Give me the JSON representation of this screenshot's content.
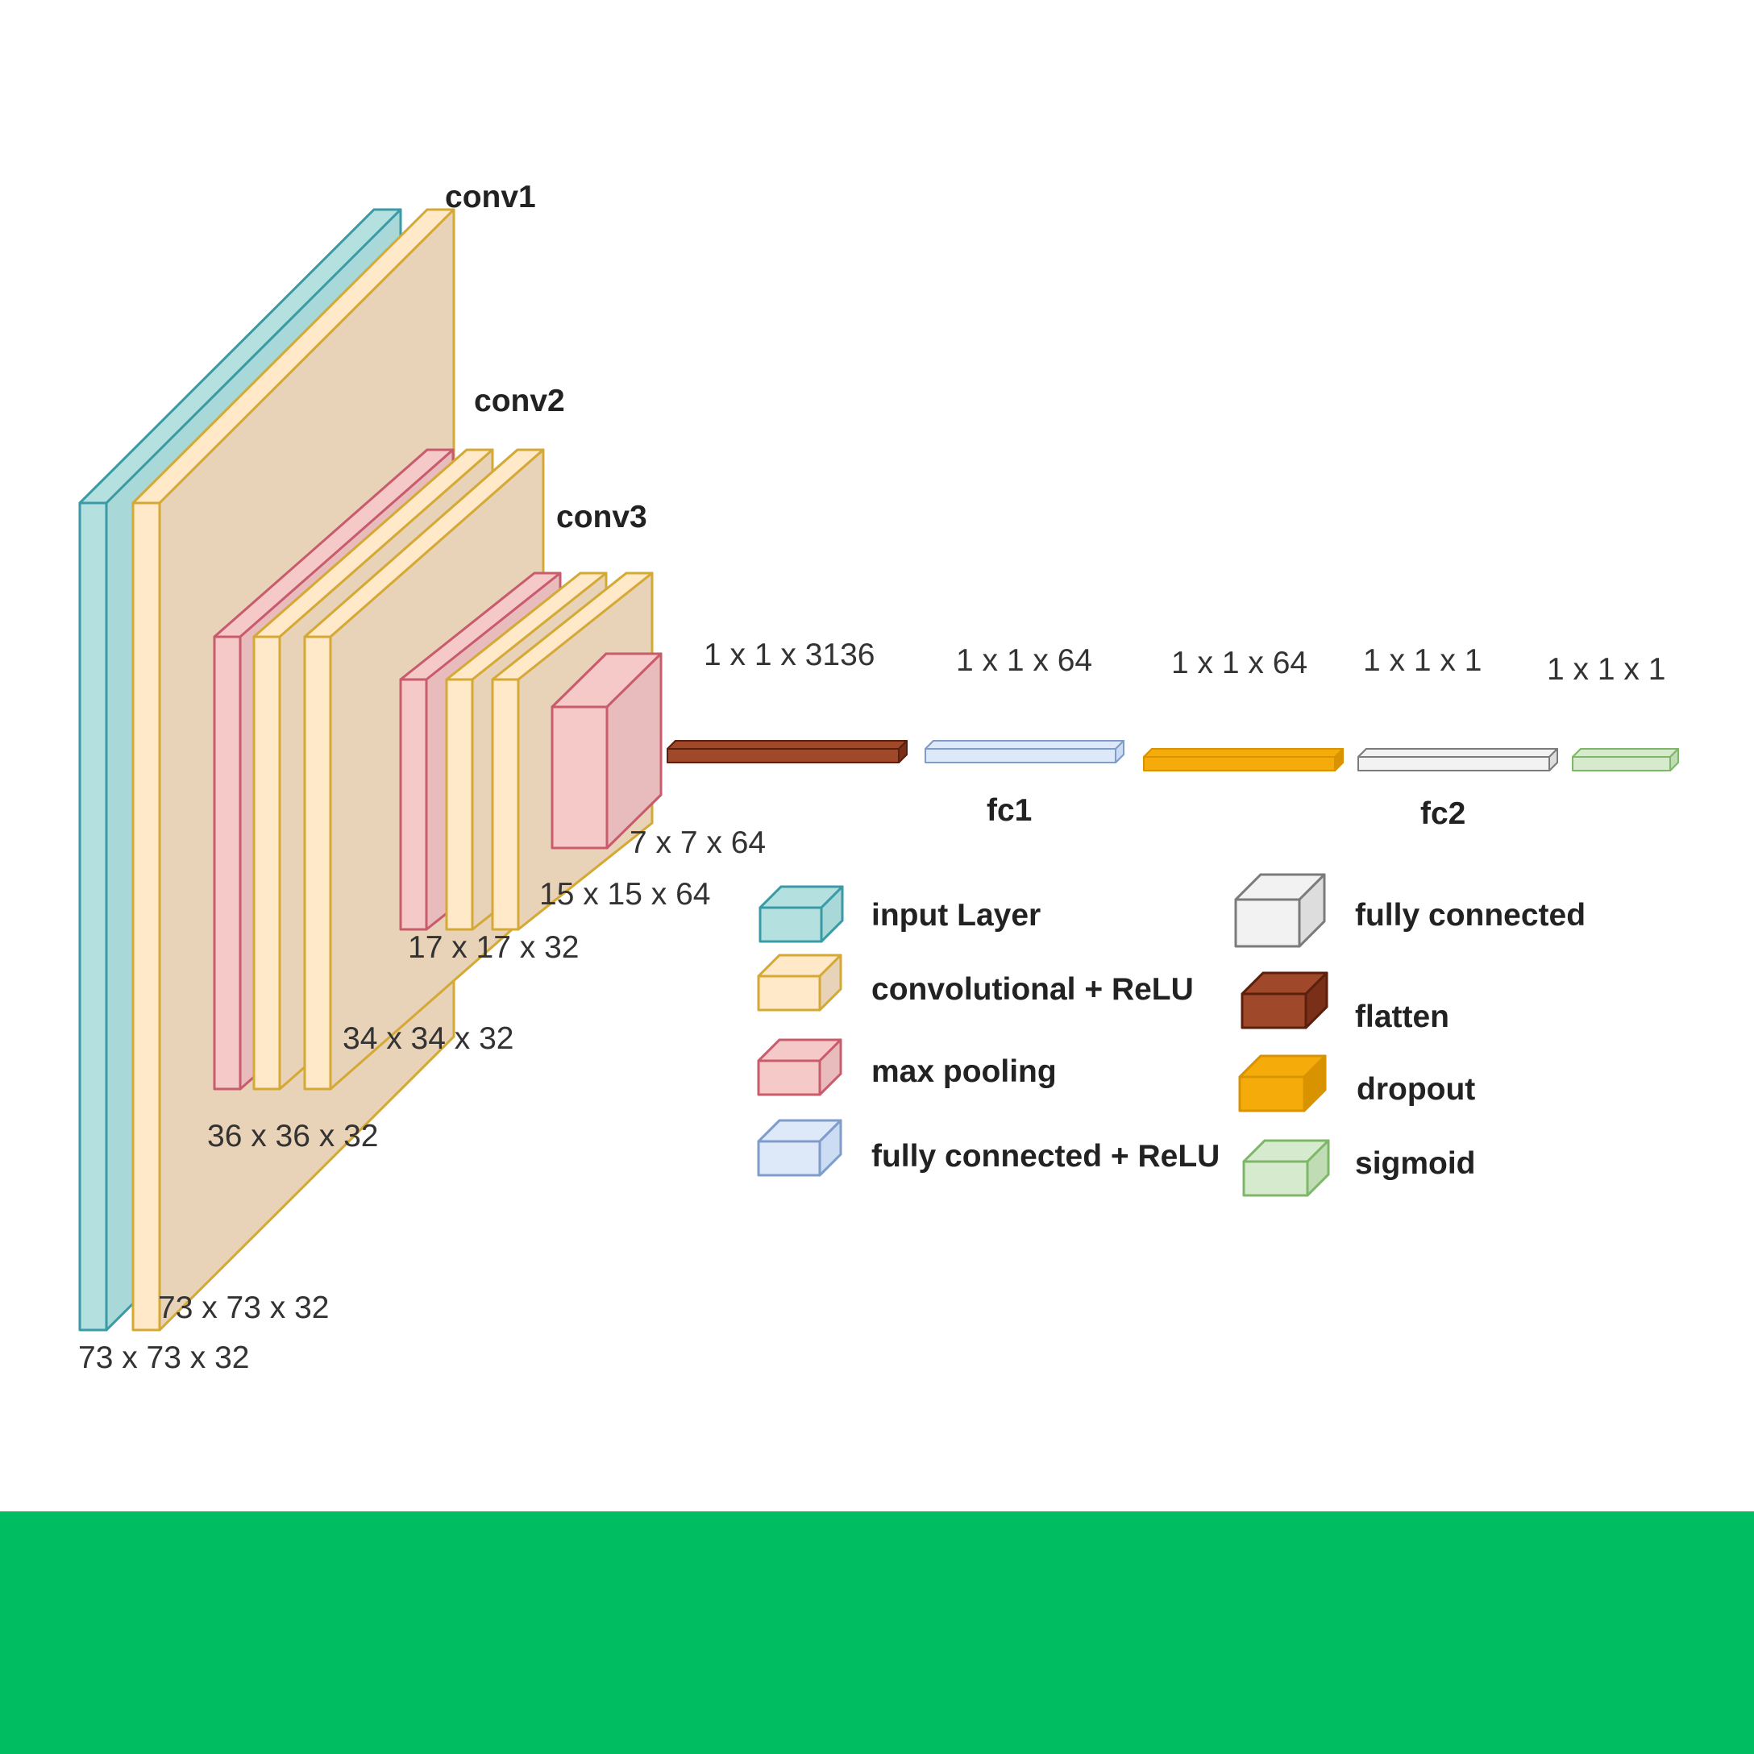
{
  "colors": {
    "background": "#ffffff",
    "band": "#00bd62",
    "input": {
      "fill": "#a8d8d8",
      "front": "#b4e0e0",
      "stroke": "#3a9aa6"
    },
    "conv": {
      "fill": "#e8d2b8",
      "front": "#ffe9c8",
      "stroke": "#d4a935"
    },
    "pool": {
      "fill": "#e8bcbc",
      "front": "#f6c9c9",
      "stroke": "#c85c6c"
    },
    "fc_relu": {
      "fill": "#ccdcf2",
      "front": "#dde8f8",
      "stroke": "#7f9ccb"
    },
    "fc": {
      "fill": "#dddddd",
      "front": "#f2f2f2",
      "stroke": "#7b7b7b"
    },
    "flatten": {
      "fill": "#7a3018",
      "front": "#a0482a",
      "stroke": "#5a200c"
    },
    "dropout": {
      "fill": "#d99300",
      "front": "#f5ac0a",
      "stroke": "#d99300"
    },
    "sigmoid": {
      "fill": "#c0dcb4",
      "front": "#d6ebce",
      "stroke": "#7fb76a"
    }
  },
  "labels": {
    "conv1": "conv1",
    "conv2": "conv2",
    "conv3": "conv3",
    "fc1": "fc1",
    "fc2": "fc2"
  },
  "dims": {
    "input": "73 x 73 x 32",
    "conv1": "73 x 73 x 32",
    "pool1": "36 x 36 x 32",
    "conv2": "34 x 34 x 32",
    "pool2": "17 x 17 x 32",
    "conv3": "15 x 15 x 64",
    "pool3": "7 x 7 x 64",
    "flatten": "1 x 1 x 3136",
    "fc1": "1 x 1 x 64",
    "dropout": "1 x 1 x  64",
    "fc2": "1 x 1 x 1",
    "sigmoid": "1 x 1 x 1"
  },
  "legend": [
    {
      "key": "input",
      "label": "input Layer"
    },
    {
      "key": "conv",
      "label": "convolutional + ReLU"
    },
    {
      "key": "pool",
      "label": "max pooling"
    },
    {
      "key": "fc_relu",
      "label": "fully connected + ReLU"
    },
    {
      "key": "fc",
      "label": "fully connected"
    },
    {
      "key": "flatten",
      "label": "flatten"
    },
    {
      "key": "dropout",
      "label": "dropout"
    },
    {
      "key": "sigmoid",
      "label": "sigmoid"
    }
  ]
}
